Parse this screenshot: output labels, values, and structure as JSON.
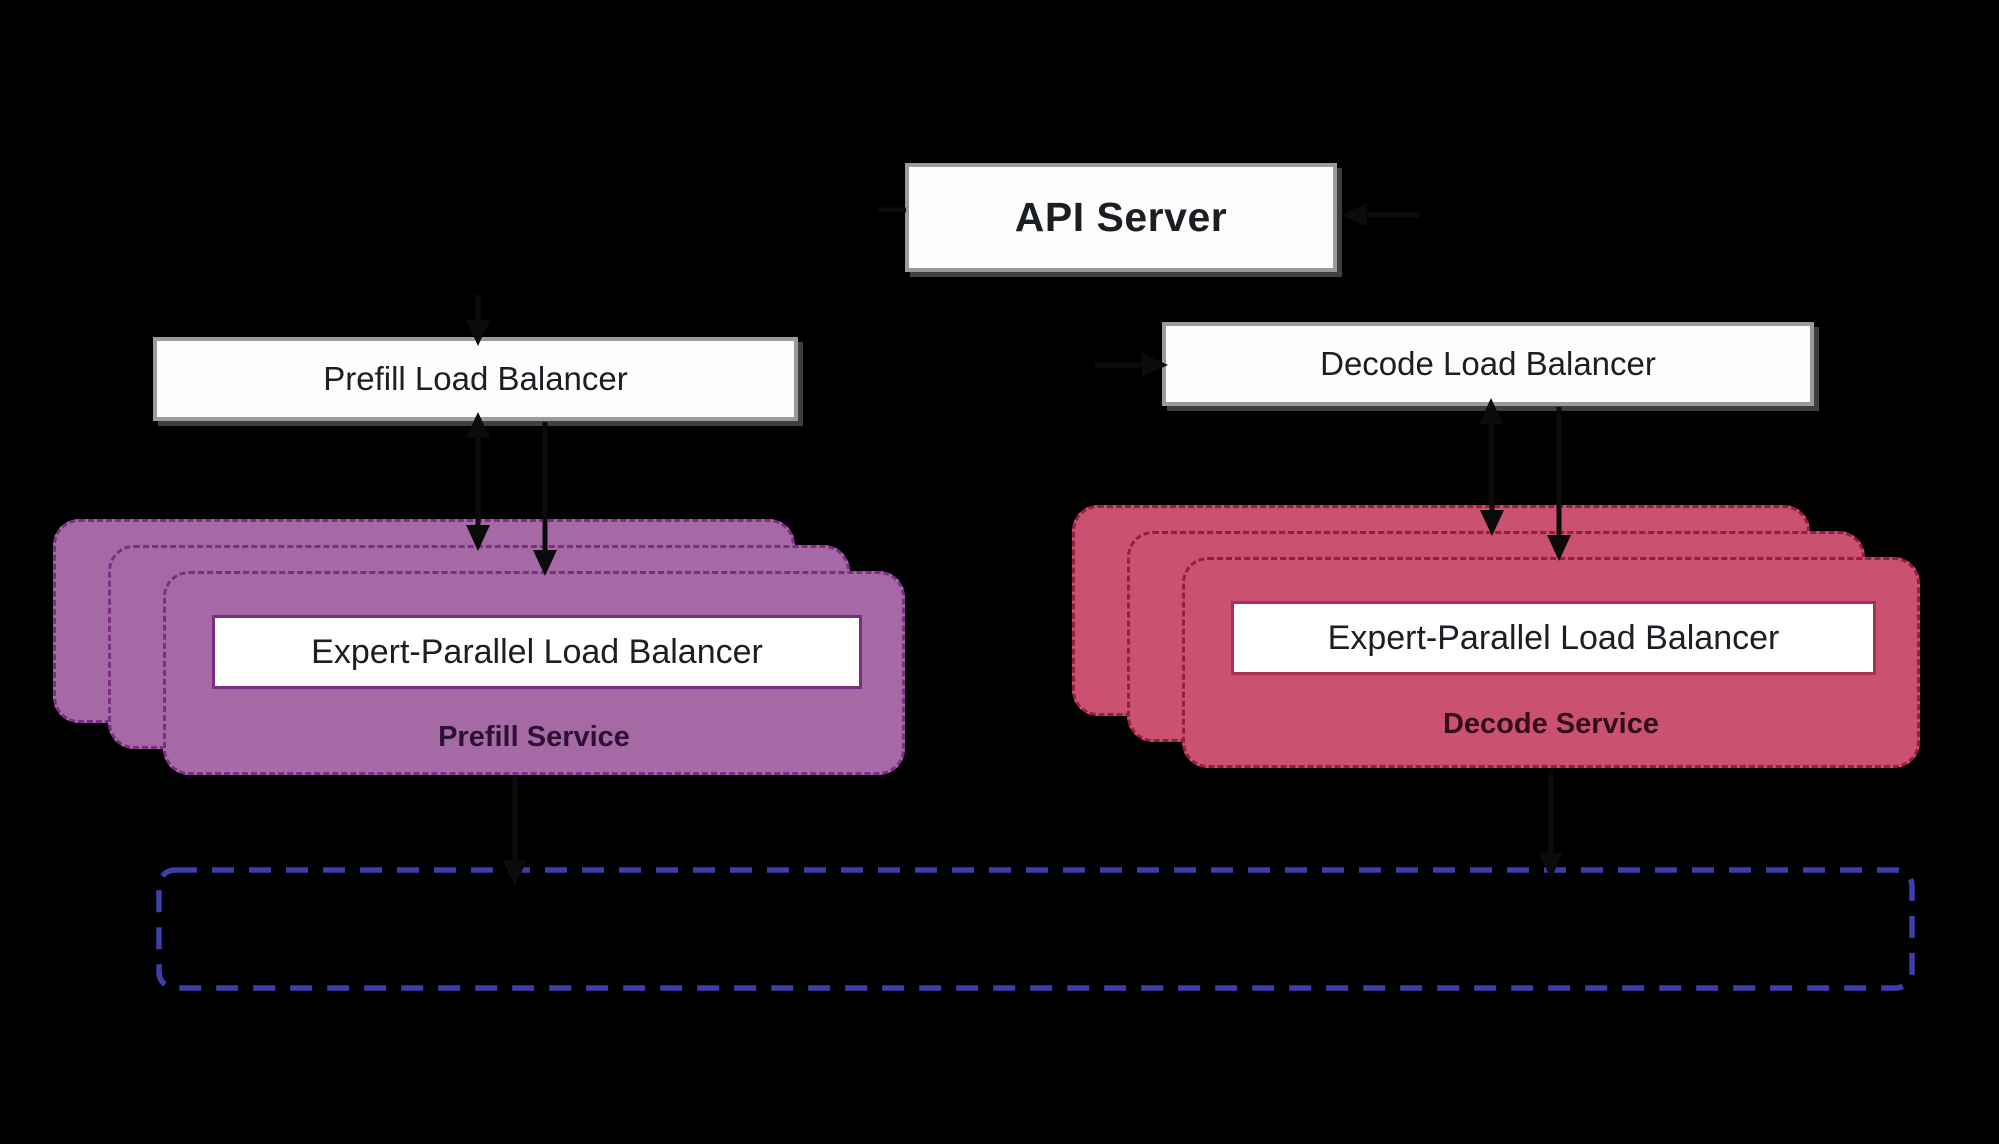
{
  "nodes": {
    "api_server": "API Server",
    "prefill_lb": "Prefill Load Balancer",
    "decode_lb": "Decode Load Balancer",
    "prefill_epl": "Expert-Parallel Load Balancer",
    "prefill_service": "Prefill Service",
    "decode_epl": "Expert-Parallel Load Balancer",
    "decode_service": "Decode Service"
  },
  "colors": {
    "background": "#000000",
    "box_fill": "#fdfdfd",
    "box_border": "#9b9b9b",
    "text_dark": "#1b1e23",
    "purple_fill": "#a56aa5",
    "purple_border": "#7b2e84",
    "purple_caption": "#2e1132",
    "red_fill": "#cb5170",
    "red_border": "#93203f",
    "red_inner_border": "#aa3154",
    "red_caption": "#330d1b",
    "blue_dash": "#3d3dac",
    "arrow": "#0b0b0b"
  }
}
